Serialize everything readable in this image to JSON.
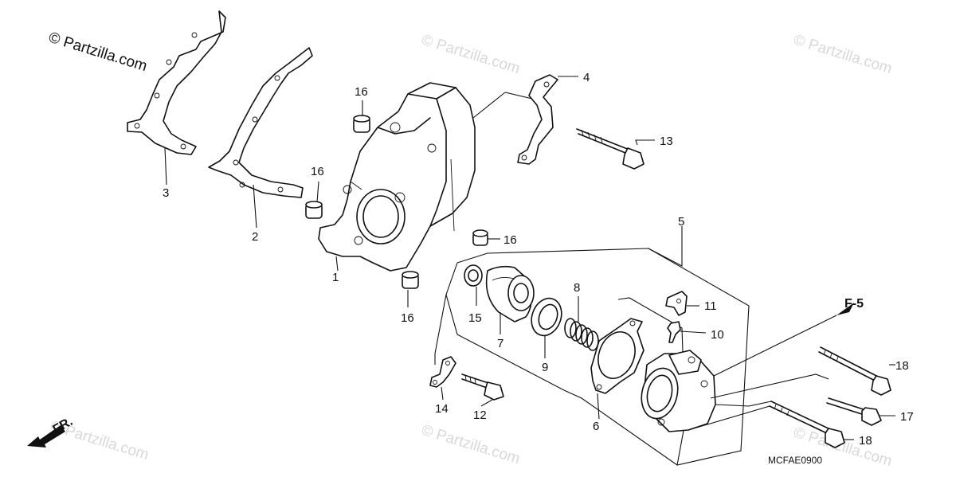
{
  "copyright": "© Partzilla.com",
  "watermark": "© Partzilla.com",
  "diagram_code": "MCFAE0900",
  "direction_label": "FR.",
  "reference_label": "F-5",
  "callouts": {
    "c1": "1",
    "c2": "2",
    "c3": "3",
    "c4": "4",
    "c5": "5",
    "c6": "6",
    "c7": "7",
    "c8": "8",
    "c9": "9",
    "c10": "10",
    "c11": "11",
    "c12": "12",
    "c13": "13",
    "c14": "14",
    "c15": "15",
    "c16": "16",
    "c17": "17",
    "c18": "18"
  }
}
